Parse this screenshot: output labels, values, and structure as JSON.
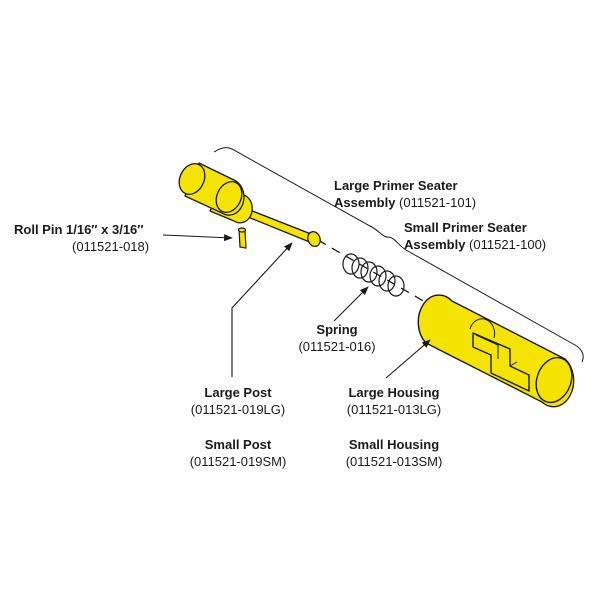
{
  "colors": {
    "part_fill": "#f5e400",
    "outline": "#1a1a1a",
    "background": "#ffffff"
  },
  "labels": {
    "large_assembly": {
      "line1": "Large Primer Seater",
      "line2": "Assembly",
      "part_no": "(011521-101)"
    },
    "small_assembly": {
      "line1": "Small Primer Seater",
      "line2": "Assembly",
      "part_no": "(011521-100)"
    },
    "roll_pin": {
      "name": "Roll Pin 1/16″ x 3/16″",
      "part_no": "(011521-018)"
    },
    "spring": {
      "name": "Spring",
      "part_no": "(011521-016)"
    },
    "large_post": {
      "name": "Large Post",
      "part_no": "(011521-019LG)"
    },
    "small_post": {
      "name": "Small Post",
      "part_no": "(011521-019SM)"
    },
    "large_housing": {
      "name": "Large Housing",
      "part_no": "(011521-013LG)"
    },
    "small_housing": {
      "name": "Small Housing",
      "part_no": "(011521-013SM)"
    }
  }
}
